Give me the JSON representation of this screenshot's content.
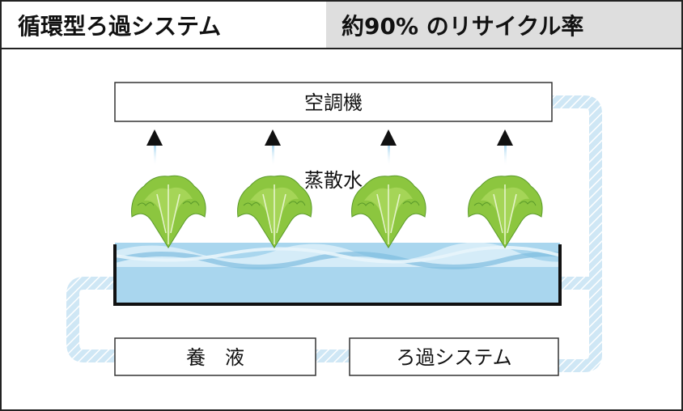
{
  "header": {
    "title": "循環型ろ過システム",
    "highlight": "約90% のリサイクル率"
  },
  "diagram": {
    "air_conditioner_label": "空調機",
    "evaporation_label": "蒸散水",
    "nutrient_label": "養　液",
    "filtration_label": "ろ過システム"
  },
  "colors": {
    "pipe": "#b9dcef",
    "water": "#a9d6ee",
    "wave_light": "#d9eef8",
    "wave_dark": "#7fbde0",
    "lettuce": "#7fc241",
    "header_highlight_bg": "#dedede"
  },
  "icons": [
    "up-arrow-icon",
    "lettuce-icon"
  ]
}
